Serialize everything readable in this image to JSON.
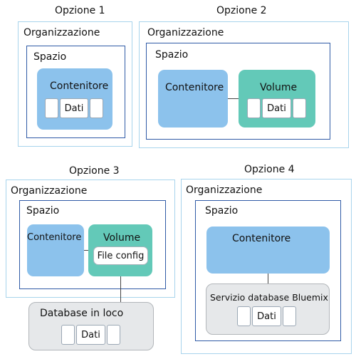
{
  "option1": {
    "title": "Opzione 1",
    "org_label": "Organizzazione",
    "space_label": "Spazio",
    "container_label": "Contenitore",
    "data_label": "Dati"
  },
  "option2": {
    "title": "Opzione 2",
    "org_label": "Organizzazione",
    "space_label": "Spazio",
    "container_label": "Contenitore",
    "volume_label": "Volume",
    "data_label": "Dati"
  },
  "option3": {
    "title": "Opzione 3",
    "org_label": "Organizzazione",
    "space_label": "Spazio",
    "container_label": "Contenitore",
    "volume_label": "Volume",
    "config_label": "File config",
    "database_label": "Database in loco",
    "data_label": "Dati"
  },
  "option4": {
    "title": "Opzione 4",
    "org_label": "Organizzazione",
    "space_label": "Spazio",
    "container_label": "Contenitore",
    "service_label": "Servizio database Bluemix",
    "data_label": "Dati"
  },
  "colors": {
    "organization_border": "#a8d4ec",
    "space_border": "#2f5aa6",
    "container_fill": "#8cc2ec",
    "volume_fill": "#63c9b8",
    "service_fill": "#e6e8ea"
  }
}
